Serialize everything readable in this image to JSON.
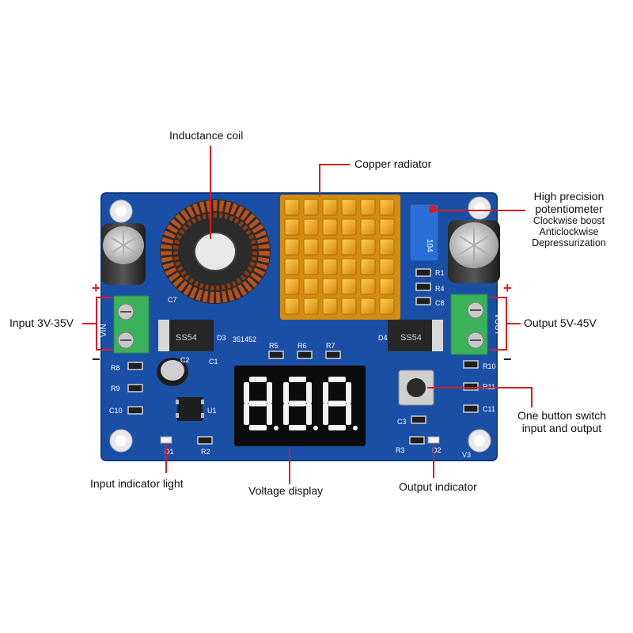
{
  "labels": {
    "inductance_coil": "Inductance coil",
    "copper_radiator": "Copper radiator",
    "potentiometer_title_1": "High precision",
    "potentiometer_title_2": "potentiometer",
    "potentiometer_line_3": "Clockwise boost",
    "potentiometer_line_4": "Anticlockwise",
    "potentiometer_line_5": "Depressurization",
    "input_range": "Input 3V-35V",
    "output_range": "Output 5V-45V",
    "button_line_1": "One button switch",
    "button_line_2": "input and output",
    "input_indicator": "Input indicator light",
    "voltage_display": "Voltage display",
    "output_indicator": "Output indicator"
  },
  "board": {
    "silkscreen": {
      "c7": "C7",
      "d3": "D3",
      "d4": "D4",
      "c2": "C2",
      "c1": "C1",
      "r5": "R5",
      "r6": "R6",
      "r7": "R7",
      "r8": "R8",
      "r9": "R9",
      "c10": "C10",
      "u1": "U1",
      "d1": "D1",
      "r2": "R2",
      "r1": "R1",
      "r4": "R4",
      "c8": "C8",
      "r10": "R10",
      "r11": "R11",
      "c11": "C11",
      "c3": "C3",
      "r3": "R3",
      "d2": "D2",
      "v3": "V3",
      "part_no": "351452",
      "vin": "VIN",
      "vout": "VOUT",
      "ss54": "SS54",
      "pot_code": "104"
    },
    "side_marks": {
      "input_plus": "+",
      "input_minus": "−",
      "output_plus": "+",
      "output_minus": "−"
    },
    "display_digits": "888"
  },
  "colors": {
    "pcb": "#1a4fa6",
    "pcb_dark": "#123d85",
    "leader": "#d42020",
    "terminal": "#3bb25a",
    "heatsink": "#f0a418",
    "copper_wire": "#b8501c",
    "segment": "#f2f2f2",
    "display_bg": "#0c0c0c",
    "potentiometer": "#2a6fd6"
  }
}
